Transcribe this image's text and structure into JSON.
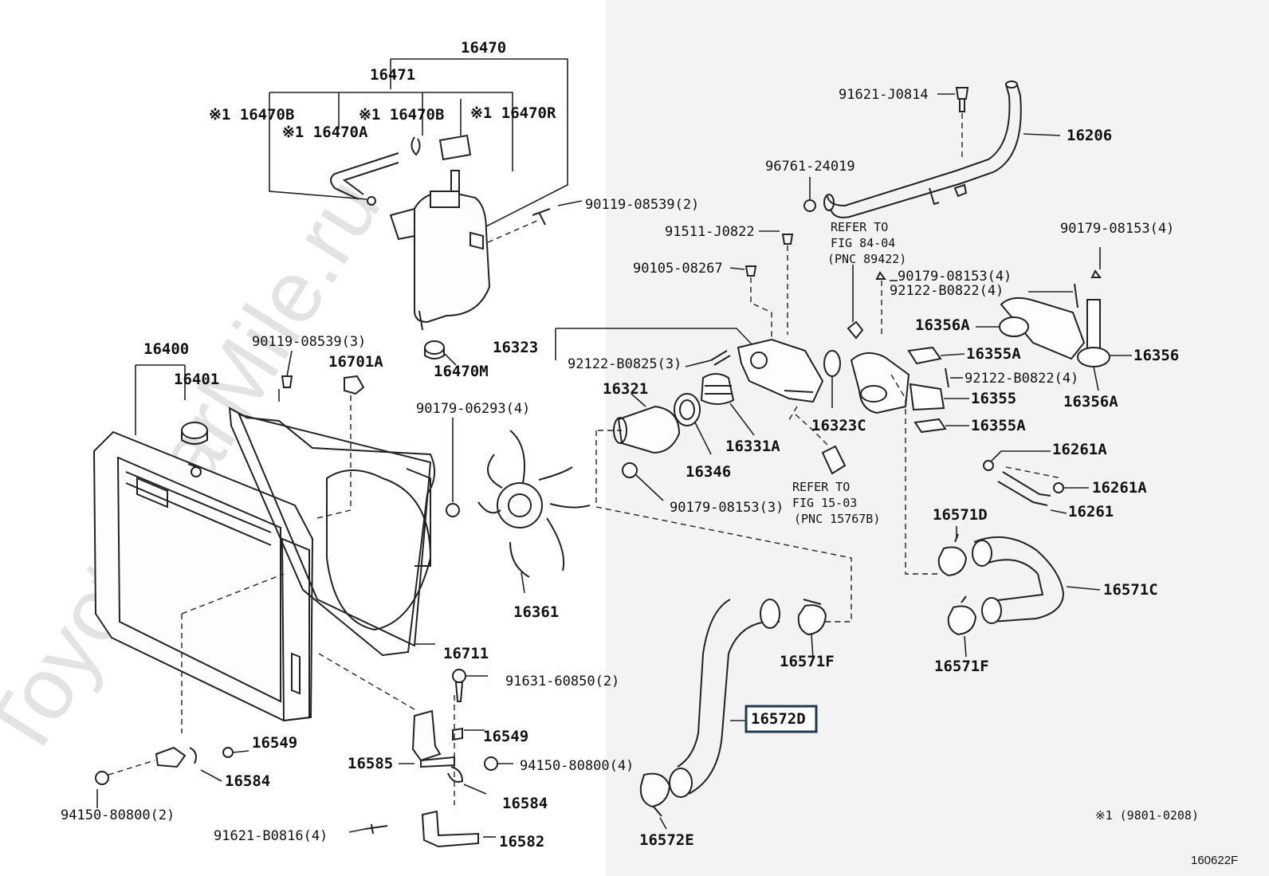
{
  "watermark": "ToyotaCarMile.ru",
  "footnote": "※1  (9801-0208)",
  "figure_code": "160622F",
  "highlighted_label": "16572D",
  "labels": {
    "p16470": "16470",
    "p16471": "16471",
    "p16470B_a": "※1 16470B",
    "p16470A": "※1 16470A",
    "p16470B_b": "※1 16470B",
    "p16470R": "※1 16470R",
    "p90119_08539_2": "90119-08539(2)",
    "p16470M": "16470M",
    "p16400": "16400",
    "p16401": "16401",
    "p90119_08539_3": "90119-08539(3)",
    "p16701A": "16701A",
    "p90179_06293_4": "90179-06293(4)",
    "p16361": "16361",
    "p16711": "16711",
    "p91631_60850_2": "91631-60850(2)",
    "p16549_a": "16549",
    "p16549_b": "16549",
    "p16585": "16585",
    "p94150_80800_4": "94150-80800(4)",
    "p16584_a": "16584",
    "p16584_b": "16584",
    "p94150_80800_2": "94150-80800(2)",
    "p91621_B0816_4": "91621-B0816(4)",
    "p16582": "16582",
    "p91621_J0814": "91621-J0814",
    "p16206": "16206",
    "p96761_24019": "96761-24019",
    "p91511_J0822": "91511-J0822",
    "p90105_08267": "90105-08267",
    "p16323": "16323",
    "p92122_B0825_3": "92122-B0825(3)",
    "p16321": "16321",
    "p16346": "16346",
    "p16331A": "16331A",
    "p90179_08153_3": "90179-08153(3)",
    "p16323C": "16323C",
    "ref1_l1": "REFER TO",
    "ref1_l2": "FIG 84-04",
    "ref1_l3": "(PNC 89422)",
    "ref2_l1": "REFER TO",
    "ref2_l2": "FIG 15-03",
    "ref2_l3": "(PNC 15767B)",
    "p90179_08153_4_a": "90179-08153(4)",
    "p90179_08153_4_b": "90179-08153(4)",
    "p92122_B0822_4_a": "92122-B0822(4)",
    "p92122_B0822_4_b": "92122-B0822(4)",
    "p16356A_a": "16356A",
    "p16356A_b": "16356A",
    "p16356": "16356",
    "p16355A_a": "16355A",
    "p16355A_b": "16355A",
    "p16355": "16355",
    "p16261A_a": "16261A",
    "p16261A_b": "16261A",
    "p16261": "16261",
    "p16571D": "16571D",
    "p16571C": "16571C",
    "p16571F_a": "16571F",
    "p16571F_b": "16571F",
    "p16572E": "16572E"
  }
}
